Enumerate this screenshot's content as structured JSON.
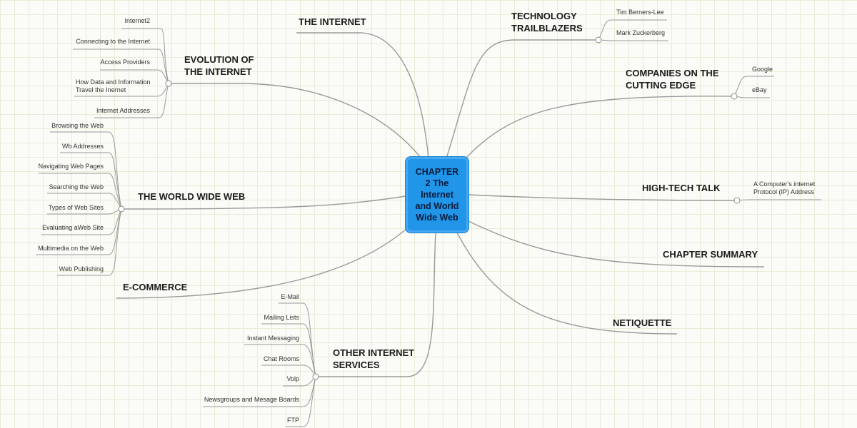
{
  "center": {
    "title": "CHAPTER\n2  The\nInternet\nand World\nWide Web"
  },
  "topics": {
    "the_internet": "THE INTERNET",
    "evolution": {
      "title": "EVOLUTION OF\nTHE INTERNET",
      "items": [
        "Internet2",
        "Connecting to the Internet",
        "Access Providers",
        "How Data and Information\nTravel the Inernet",
        "Internet Addresses"
      ]
    },
    "www": {
      "title": "THE WORLD WIDE WEB",
      "items": [
        "Browsing the Web",
        "Wb Addresses",
        "Navigating Web Pages",
        "Searching the Web",
        "Types of Web Sites",
        "Evaluating aWeb Site",
        "Multimedia on the Web",
        "Web Publishing"
      ]
    },
    "ecommerce": "E-COMMERCE",
    "other_services": {
      "title": "OTHER INTERNET\nSERVICES",
      "items": [
        "E-Mail",
        "Mailing Lists",
        "Instant Messaging",
        "Chat Rooms",
        "Volp",
        "Newsgroups and Mesage Boards",
        "FTP"
      ]
    },
    "trailblazers": {
      "title": "TECHNOLOGY\nTRAILBLAZERS",
      "items": [
        "Tim Berners-Lee",
        "Mark Zuckerberg"
      ]
    },
    "companies": {
      "title": "COMPANIES ON THE\nCUTTING EDGE",
      "items": [
        "Google",
        "eBay"
      ]
    },
    "hightech": {
      "title": "HIGH-TECH TALK",
      "items": [
        "A Computer's internet\nProtocol (IP) Address"
      ]
    },
    "summary": "CHAPTER SUMMARY",
    "netiquette": "NETIQUETTE"
  }
}
